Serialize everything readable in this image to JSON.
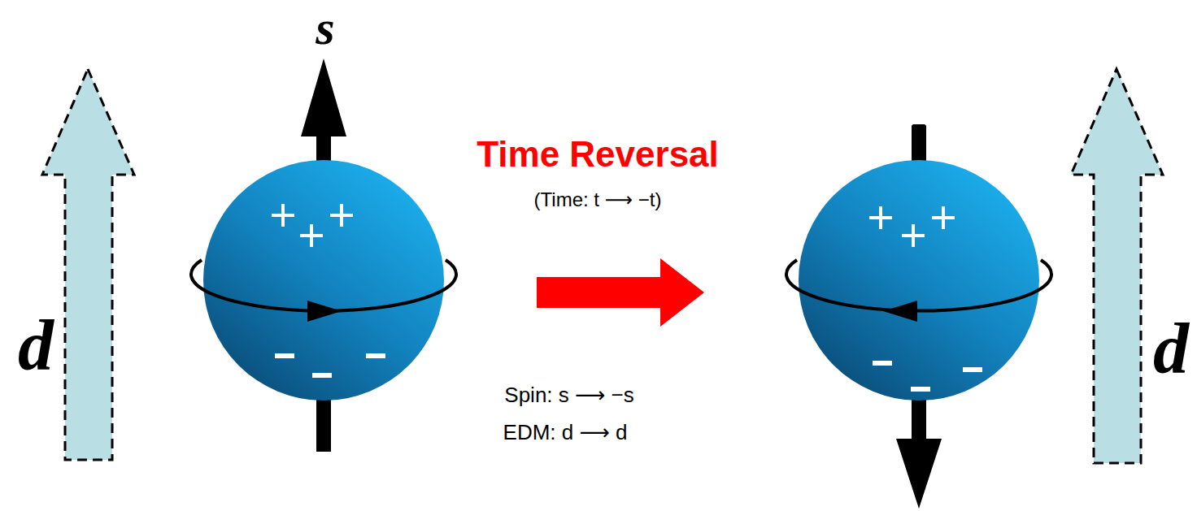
{
  "diagram": {
    "labels": [
      "s",
      "Time Reversal",
      "(Time: t ⟶ −t)",
      "d",
      "Spin: s ⟶ −s",
      "EDM: d ⟶ d",
      "d"
    ]
  }
}
